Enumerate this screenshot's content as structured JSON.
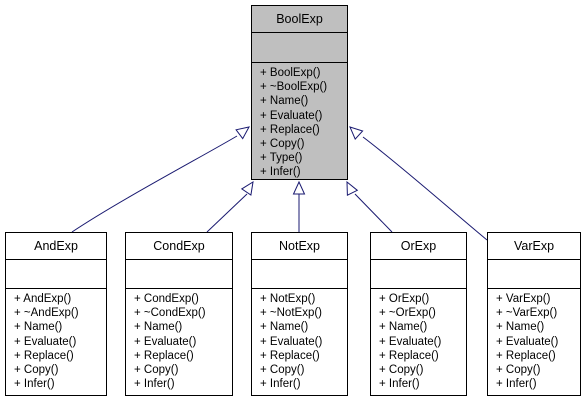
{
  "diagram": {
    "base": {
      "name": "BoolExp",
      "attributes": [],
      "methods": [
        "+ BoolExp()",
        "+ ~BoolExp()",
        "+ Name()",
        "+ Evaluate()",
        "+ Replace()",
        "+ Copy()",
        "+ Type()",
        "+ Infer()"
      ]
    },
    "subclasses": [
      {
        "name": "AndExp",
        "attributes": [],
        "methods": [
          "+ AndExp()",
          "+ ~AndExp()",
          "+ Name()",
          "+ Evaluate()",
          "+ Replace()",
          "+ Copy()",
          "+ Infer()"
        ]
      },
      {
        "name": "CondExp",
        "attributes": [],
        "methods": [
          "+ CondExp()",
          "+ ~CondExp()",
          "+ Name()",
          "+ Evaluate()",
          "+ Replace()",
          "+ Copy()",
          "+ Infer()"
        ]
      },
      {
        "name": "NotExp",
        "attributes": [],
        "methods": [
          "+ NotExp()",
          "+ ~NotExp()",
          "+ Name()",
          "+ Evaluate()",
          "+ Replace()",
          "+ Copy()",
          "+ Infer()"
        ]
      },
      {
        "name": "OrExp",
        "attributes": [],
        "methods": [
          "+ OrExp()",
          "+ ~OrExp()",
          "+ Name()",
          "+ Evaluate()",
          "+ Replace()",
          "+ Copy()",
          "+ Infer()"
        ]
      },
      {
        "name": "VarExp",
        "attributes": [],
        "methods": [
          "+ VarExp()",
          "+ ~VarExp()",
          "+ Name()",
          "+ Evaluate()",
          "+ Replace()",
          "+ Copy()",
          "+ Infer()"
        ]
      }
    ],
    "relationship": "inheritance",
    "colors": {
      "base_fill": "#bfbfbf",
      "class_fill": "#ffffff",
      "border": "#000000",
      "edge": "#191970"
    }
  }
}
